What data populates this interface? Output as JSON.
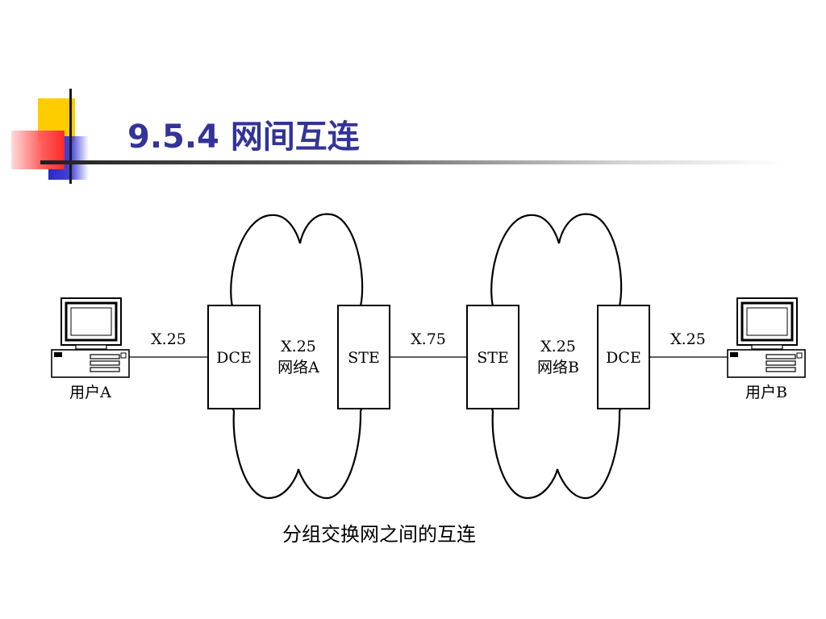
{
  "title": "9.5.4  网间互连",
  "caption": "分组交换网之间的互连",
  "colors": {
    "title": "#333399",
    "deco_yellow": "#FFCC00",
    "deco_blue": "#3333CC",
    "deco_red": "#FF3333"
  },
  "diagram": {
    "user_a": {
      "label": "用户A",
      "icon": "computer-icon"
    },
    "user_b": {
      "label": "用户B",
      "icon": "computer-icon"
    },
    "network_a": {
      "icon": "cloud-icon",
      "proto": "X.25",
      "name": "网络A",
      "left_box": "DCE",
      "right_box": "STE"
    },
    "network_b": {
      "icon": "cloud-icon",
      "proto": "X.25",
      "name": "网络B",
      "left_box": "STE",
      "right_box": "DCE"
    },
    "link_a": "X.25",
    "link_mid": "X.75",
    "link_b": "X.25"
  }
}
